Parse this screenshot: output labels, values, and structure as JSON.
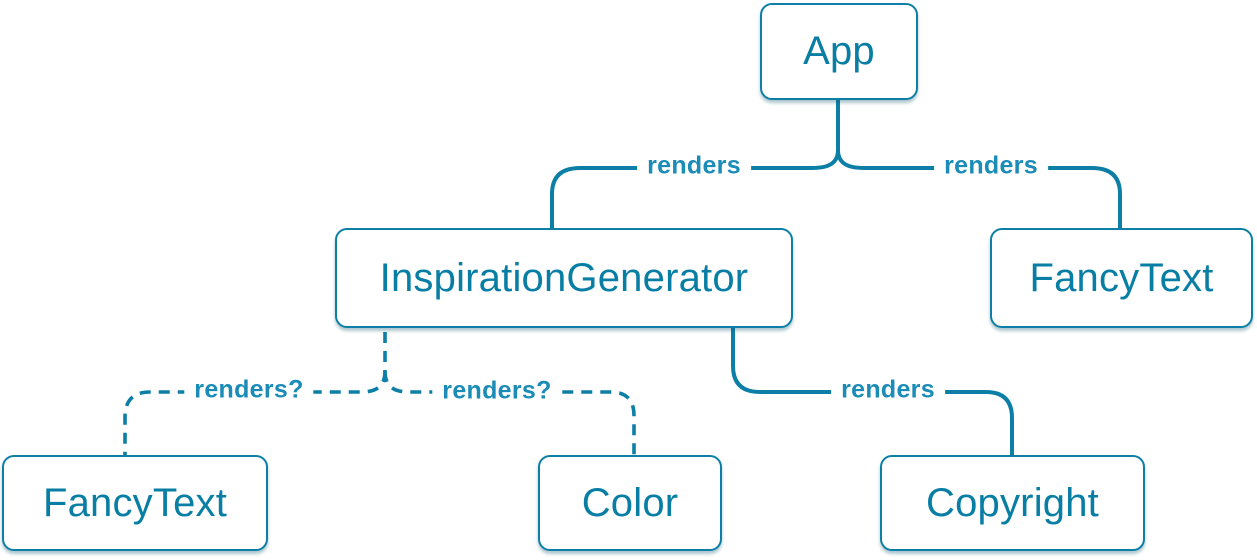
{
  "diagram": {
    "colors": {
      "accent": "#087ea4",
      "edge": "#0d7fa6",
      "edge_label": "#1a8cb7",
      "node_background": "#ffffff"
    },
    "nodes": {
      "app": {
        "label": "App"
      },
      "inspiration_generator": {
        "label": "InspirationGenerator"
      },
      "fancy_text_top": {
        "label": "FancyText"
      },
      "fancy_text_bottom": {
        "label": "FancyText"
      },
      "color": {
        "label": "Color"
      },
      "copyright": {
        "label": "Copyright"
      }
    },
    "edges": [
      {
        "from": "App",
        "to": "InspirationGenerator",
        "label": "renders",
        "style": "solid"
      },
      {
        "from": "App",
        "to": "FancyText",
        "label": "renders",
        "style": "solid"
      },
      {
        "from": "InspirationGenerator",
        "to": "FancyText",
        "label": "renders?",
        "style": "dashed"
      },
      {
        "from": "InspirationGenerator",
        "to": "Color",
        "label": "renders?",
        "style": "dashed"
      },
      {
        "from": "InspirationGenerator",
        "to": "Copyright",
        "label": "renders",
        "style": "solid"
      }
    ]
  }
}
